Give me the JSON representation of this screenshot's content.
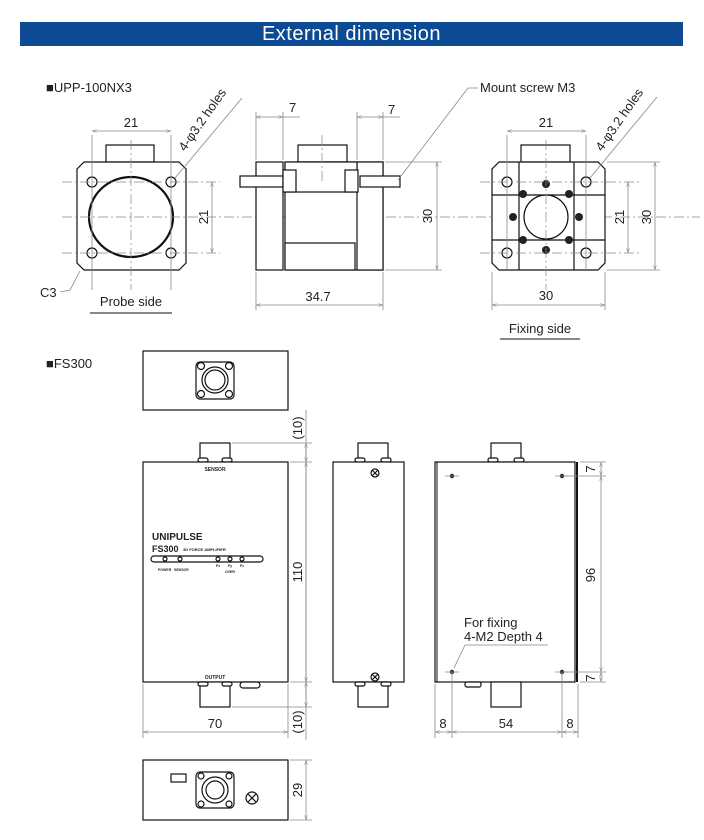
{
  "header": {
    "title": "External dimension"
  },
  "sensor": {
    "model_label": "■UPP-100NX3",
    "mount_screw": "Mount screw M3",
    "holes_left": "4-φ3.2 holes",
    "holes_right": "4-φ3.2 holes",
    "chamfer": "C3",
    "probe_side": "Probe side",
    "fixing_side": "Fixing side",
    "dims": {
      "probe_width": "21",
      "probe_height": "21",
      "side_left": "7",
      "side_right": "7",
      "side_height": "30",
      "side_length": "34.7",
      "fix_pitch": "21",
      "fix_pitch_v": "21",
      "fix_height": "30",
      "fix_width": "30"
    }
  },
  "amplifier": {
    "model_label": "■FS300",
    "panel": {
      "sensor": "SENSOR",
      "brand": "UNIPULSE",
      "model": "FS300",
      "subtitle": "3D FORCE AMPLIFIER",
      "power": "POWER",
      "sensor_led": "SENSOR",
      "fx": "Fx",
      "fy": "Fy",
      "fz": "Fz",
      "over": "OVER",
      "output": "OUTPUT"
    },
    "fixing_note_1": "For fixing",
    "fixing_note_2": "4-M2 Depth 4",
    "dims": {
      "top_conn": "(10)",
      "height": "110",
      "bottom_conn": "(10)",
      "width": "70",
      "back_top": "7",
      "back_pitch": "96",
      "back_bottom": "7",
      "back_left": "8",
      "back_mid": "54",
      "back_right": "8",
      "depth": "29"
    }
  }
}
